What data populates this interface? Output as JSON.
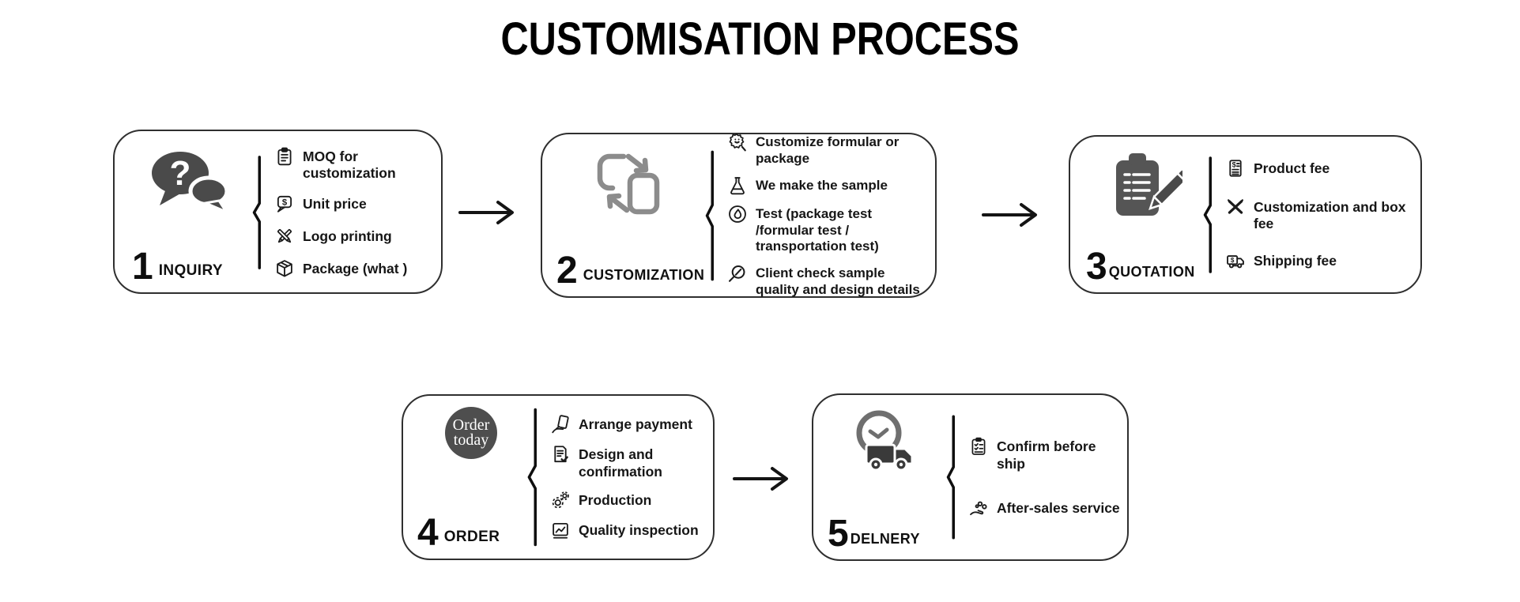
{
  "title": "CUSTOMISATION PROCESS",
  "colors": {
    "border": "#2f2f2f",
    "icon_dark": "#4a4a4a",
    "icon_gray": "#8c8c8c",
    "text": "#161616",
    "arrow": "#141414"
  },
  "steps": [
    {
      "number": "1",
      "label": "INQUIRY",
      "main_icon": "question-bubbles-icon",
      "items": [
        {
          "icon": "clipboard-icon",
          "text": "MOQ for customization"
        },
        {
          "icon": "dollar-bubble-icon",
          "text": "Unit price"
        },
        {
          "icon": "crossed-pencils-icon",
          "text": "Logo printing"
        },
        {
          "icon": "package-box-icon",
          "text": "Package (what )"
        }
      ]
    },
    {
      "number": "2",
      "label": "CUSTOMIZATION",
      "main_icon": "exchange-icon",
      "items": [
        {
          "icon": "seal-magnifier-icon",
          "text": "Customize formular or package"
        },
        {
          "icon": "flask-icon",
          "text": "We make the sample"
        },
        {
          "icon": "droplet-gauge-icon",
          "text": "Test (package test /formular test / transportation test)"
        },
        {
          "icon": "magnifier-icon",
          "text": "Client check sample quality and design details"
        }
      ]
    },
    {
      "number": "3",
      "label": "QUOTATION",
      "main_icon": "clipboard-pencil-icon",
      "items": [
        {
          "icon": "invoice-dollar-icon",
          "text": "Product fee"
        },
        {
          "icon": "crossed-tools-icon",
          "text": "Customization and box fee"
        },
        {
          "icon": "truck-dollar-icon",
          "text": "Shipping fee"
        }
      ]
    },
    {
      "number": "4",
      "label": "ORDER",
      "main_icon": "order-today-circle",
      "icon_text_1": "Order",
      "icon_text_2": "today",
      "items": [
        {
          "icon": "hand-card-icon",
          "text": "Arrange payment"
        },
        {
          "icon": "document-check-icon",
          "text": "Design and confirmation"
        },
        {
          "icon": "gears-icon",
          "text": "Production"
        },
        {
          "icon": "chart-box-icon",
          "text": "Quality inspection"
        }
      ]
    },
    {
      "number": "5",
      "label": "DELNERY",
      "main_icon": "clock-truck-icon",
      "items": [
        {
          "icon": "checklist-icon",
          "text": "Confirm before ship"
        },
        {
          "icon": "hand-coins-icon",
          "text": "After-sales service"
        }
      ]
    }
  ]
}
